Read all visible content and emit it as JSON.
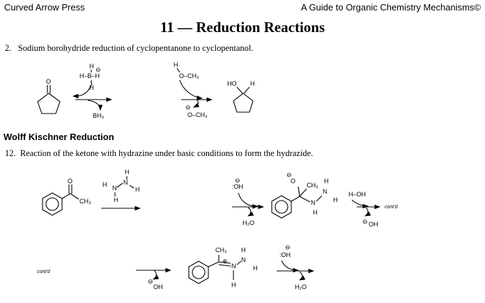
{
  "header": {
    "publisher": "Curved Arrow Press",
    "book": "A Guide to Organic Chemistry Mechanisms©"
  },
  "title": "11 — Reduction Reactions",
  "section": {
    "heading": "Wolff Kischner Reduction"
  },
  "steps": [
    {
      "number": "2.",
      "text": "Sodium borohydride reduction of cyclopentanone to cyclopentanol."
    },
    {
      "number": "12.",
      "text": "Reaction of the ketone with hydrazine under basic conditions to form the hydrazide."
    }
  ],
  "scheme1": {
    "borohydride": {
      "h_top": "H",
      "row": "H–B–H",
      "charge": "⊖",
      "h_bottom": "H"
    },
    "byproduct": "BH₃",
    "methanol": {
      "h": "H",
      "o": "O–CH₃"
    },
    "methoxide": {
      "charge": "⊖",
      "o": "O–CH₃"
    },
    "product_oh": "HO",
    "product_h": "H",
    "ketone_o": "O"
  },
  "scheme2": {
    "ketone_o": "O",
    "methyl": "CH₃",
    "hydrazine": {
      "n1": "N",
      "n2": "N",
      "h": "H"
    },
    "hydroxide": {
      "charge": "⊖",
      "label": ":OH"
    },
    "water": "H₂O",
    "intermediate": {
      "o": "O",
      "charge": "⊖",
      "ch3": "CH₃",
      "n": "N",
      "h": "H"
    },
    "water2": "H–OH",
    "contd": "cont'd",
    "hydroxide2": "OH"
  },
  "scheme3": {
    "contd": "cont'd",
    "hydroxide": "OH",
    "charge": "⊖",
    "plus": "⊕",
    "ch3": "CH₃",
    "n": "N",
    "h": "H",
    "hydroxide_in": ":OH",
    "water": "H₂O"
  }
}
